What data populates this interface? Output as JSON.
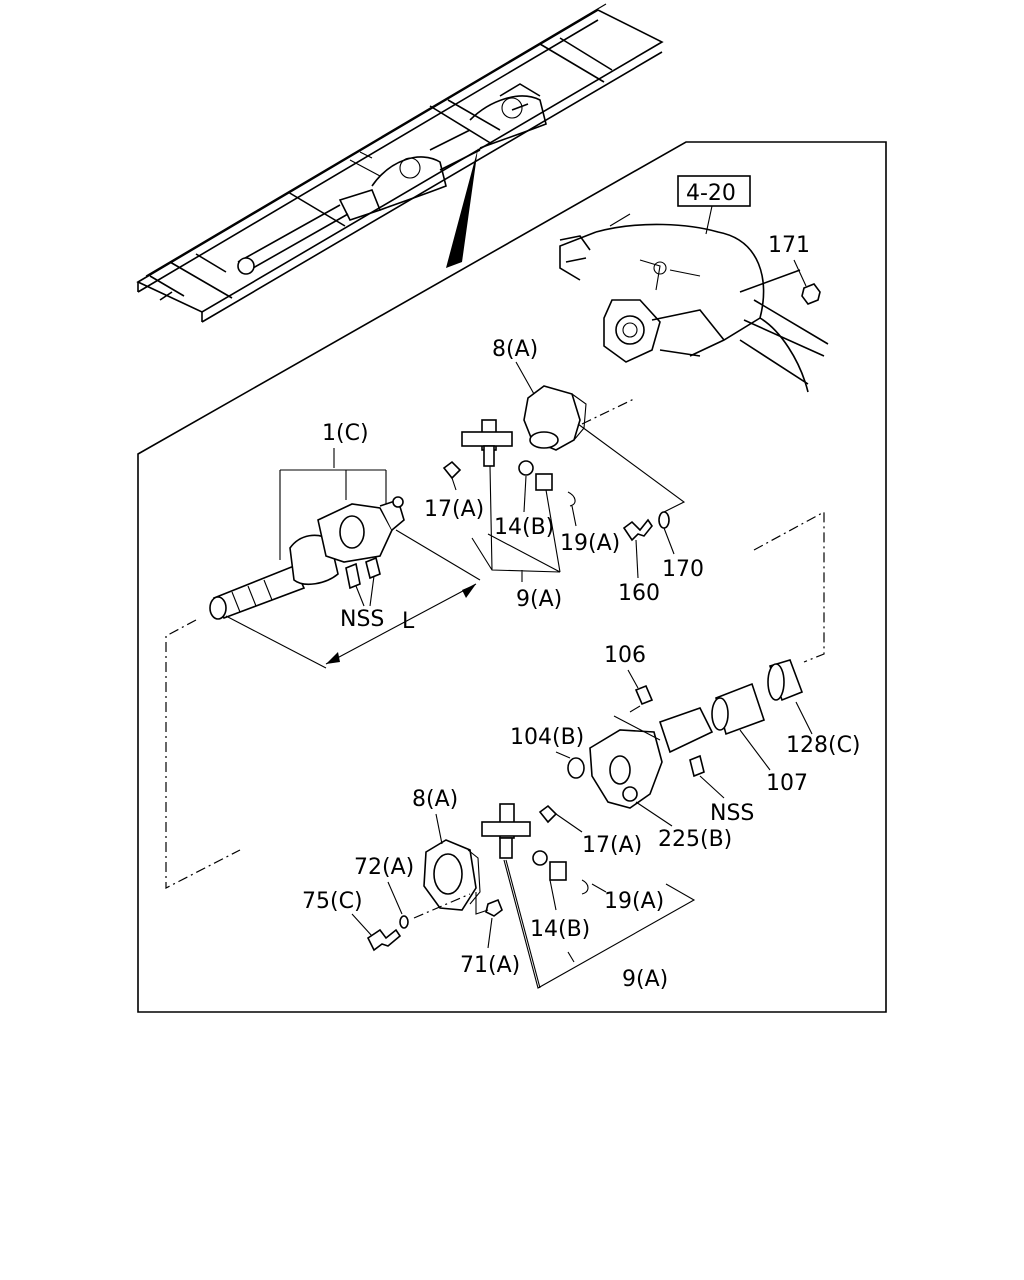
{
  "labels": {
    "ref": "4-20",
    "p171": "171",
    "p8a_top": "8(A)",
    "p1c": "1(C)",
    "p17a_top": "17(A)",
    "p14b_top": "14(B)",
    "p19a_top": "19(A)",
    "p9a_top": "9(A)",
    "p160": "160",
    "p170": "170",
    "nss_top": "NSS",
    "len": "L",
    "p106": "106",
    "p104b": "104(B)",
    "p128c": "128(C)",
    "p107": "107",
    "nss_bottom": "NSS",
    "p225b": "225(B)",
    "p8a_bottom": "8(A)",
    "p17a_bottom": "17(A)",
    "p72a": "72(A)",
    "p75c": "75(C)",
    "p19a_bottom": "19(A)",
    "p14b_bottom": "14(B)",
    "p71a": "71(A)",
    "p9a_bottom": "9(A)"
  }
}
